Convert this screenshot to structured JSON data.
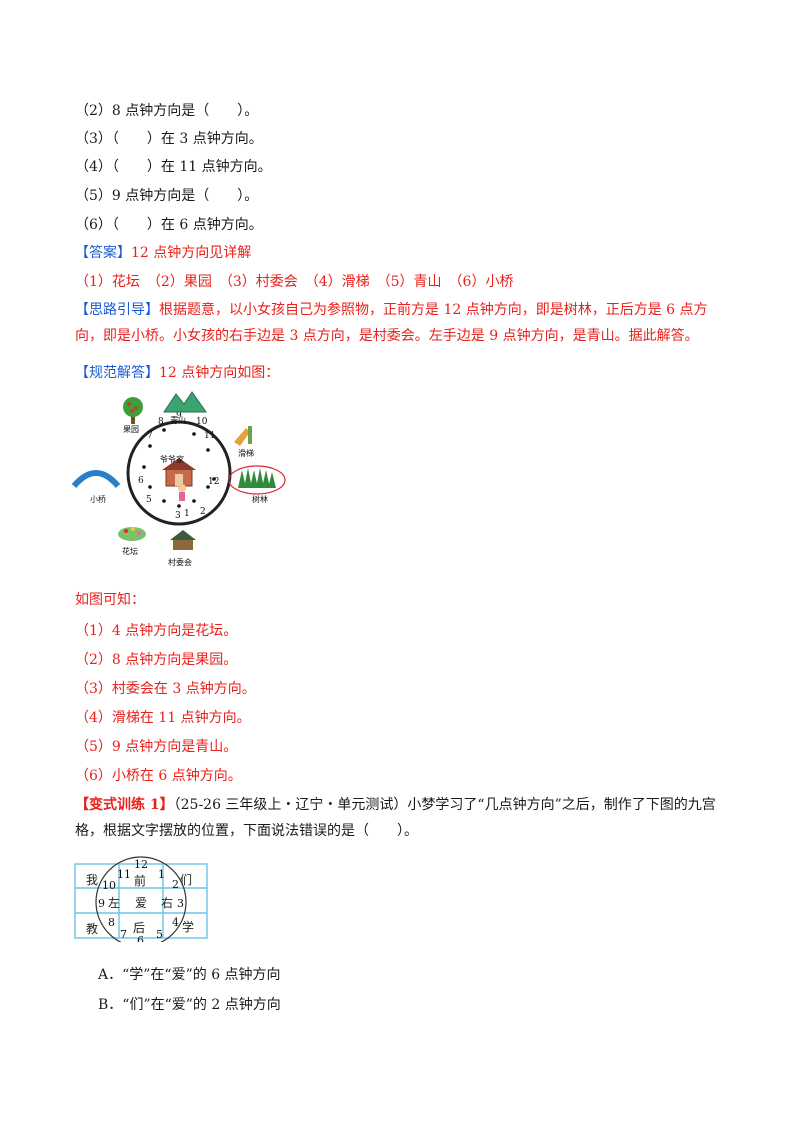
{
  "questions": [
    "（2）8 点钟方向是（　　）。",
    "（3）（　　）在 3 点钟方向。",
    "（4）（　　）在 11 点钟方向。",
    "（5）9 点钟方向是（　　）。",
    "（6）（　　）在 6 点钟方向。"
  ],
  "answer": {
    "tag": "【答案】",
    "text": "12 点钟方向见详解",
    "items": "（1）花坛　（2）果园　（3）村委会　（4）滑梯　（5）青山　（6）小桥"
  },
  "hint": {
    "tag": "【思路引导】",
    "text": "根据题意，以小女孩自己为参照物，正前方是 12 点钟方向，即是树林，正后方是 6 点方向，即是小桥。小女孩的右手边是 3 点方向，是村委会。左手边是 9 点钟方向，是青山。据此解答。"
  },
  "solution": {
    "tag": "【规范解答】",
    "text": "12 点钟方向如图："
  },
  "clock_figure": {
    "labels": {
      "orchard": "果园",
      "mountain": "青山",
      "slide": "滑梯",
      "home": "爷爷家",
      "forest": "树林",
      "bridge": "小桥",
      "flowerbed": "花坛",
      "village": "村委会"
    },
    "numbers": [
      "9",
      "10",
      "11",
      "8",
      "7",
      "12",
      "6",
      "5",
      "1",
      "2",
      "3"
    ],
    "colors": {
      "ring": "#222222",
      "highlight": "#d9262c",
      "tree": "#2e8b3a",
      "mountain": "#3aa370"
    }
  },
  "conclusion": {
    "intro": "如图可知：",
    "items": [
      "（1）4 点钟方向是花坛。",
      "（2）8 点钟方向是果园。",
      "（3）村委会在 3 点钟方向。",
      "（4）滑梯在 11 点钟方向。",
      "（5）9 点钟方向是青山。",
      "（6）小桥在 6 点钟方向。"
    ]
  },
  "variant": {
    "tag": "【变式训练 1】",
    "text": "（25-26 三年级上・辽宁・单元测试）小梦学习了“几点钟方向”之后，制作了下图的九宫格，根据文字摆放的位置，下面说法错误的是（　　）。"
  },
  "grid_figure": {
    "cells": [
      "我",
      "前",
      "们",
      "左",
      "爱",
      "右",
      "教",
      "后",
      "学"
    ],
    "numbers": [
      "12",
      "11",
      "1",
      "10",
      "2",
      "9",
      "3",
      "8",
      "4",
      "7",
      "5",
      "6"
    ],
    "colors": {
      "grid": "#6fc3e6",
      "circle": "#333333"
    }
  },
  "options": [
    "A．“学”在“爱”的 6 点钟方向",
    "B．“们”在“爱”的 2 点钟方向"
  ]
}
